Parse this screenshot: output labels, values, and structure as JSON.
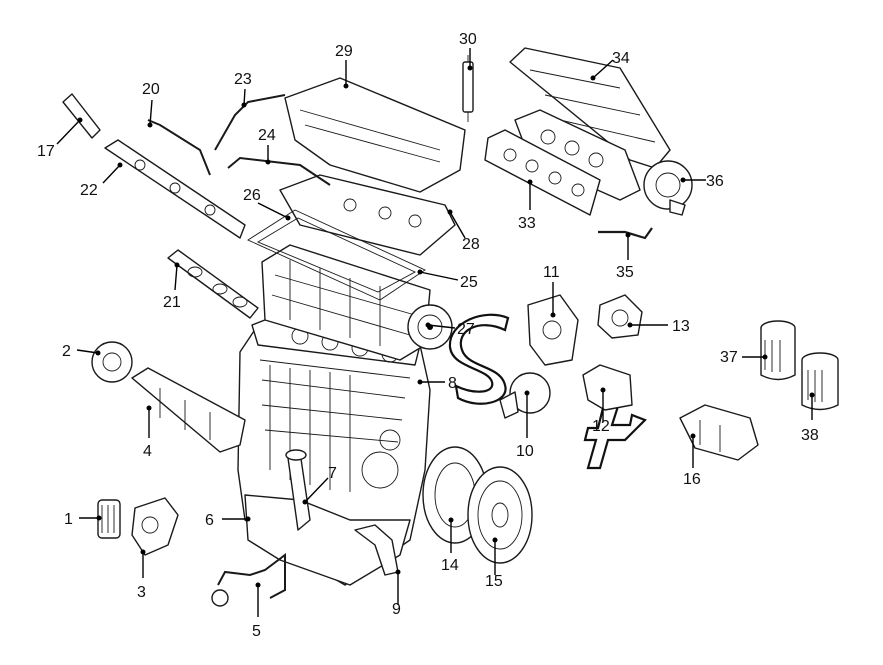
{
  "callouts": {
    "c1": "1",
    "c2": "2",
    "c3": "3",
    "c4": "4",
    "c5": "5",
    "c6": "6",
    "c7": "7",
    "c8": "8",
    "c9": "9",
    "c10": "10",
    "c11": "11",
    "c12": "12",
    "c13": "13",
    "c14": "14",
    "c15": "15",
    "c16": "16",
    "c17": "17",
    "c20": "20",
    "c21": "21",
    "c22": "22",
    "c23": "23",
    "c24": "24",
    "c25": "25",
    "c26": "26",
    "c27": "27",
    "c28": "28",
    "c29": "29",
    "c30": "30",
    "c33": "33",
    "c34": "34",
    "c35": "35",
    "c36": "36",
    "c37": "37",
    "c38": "38"
  },
  "watermark": "Soft"
}
